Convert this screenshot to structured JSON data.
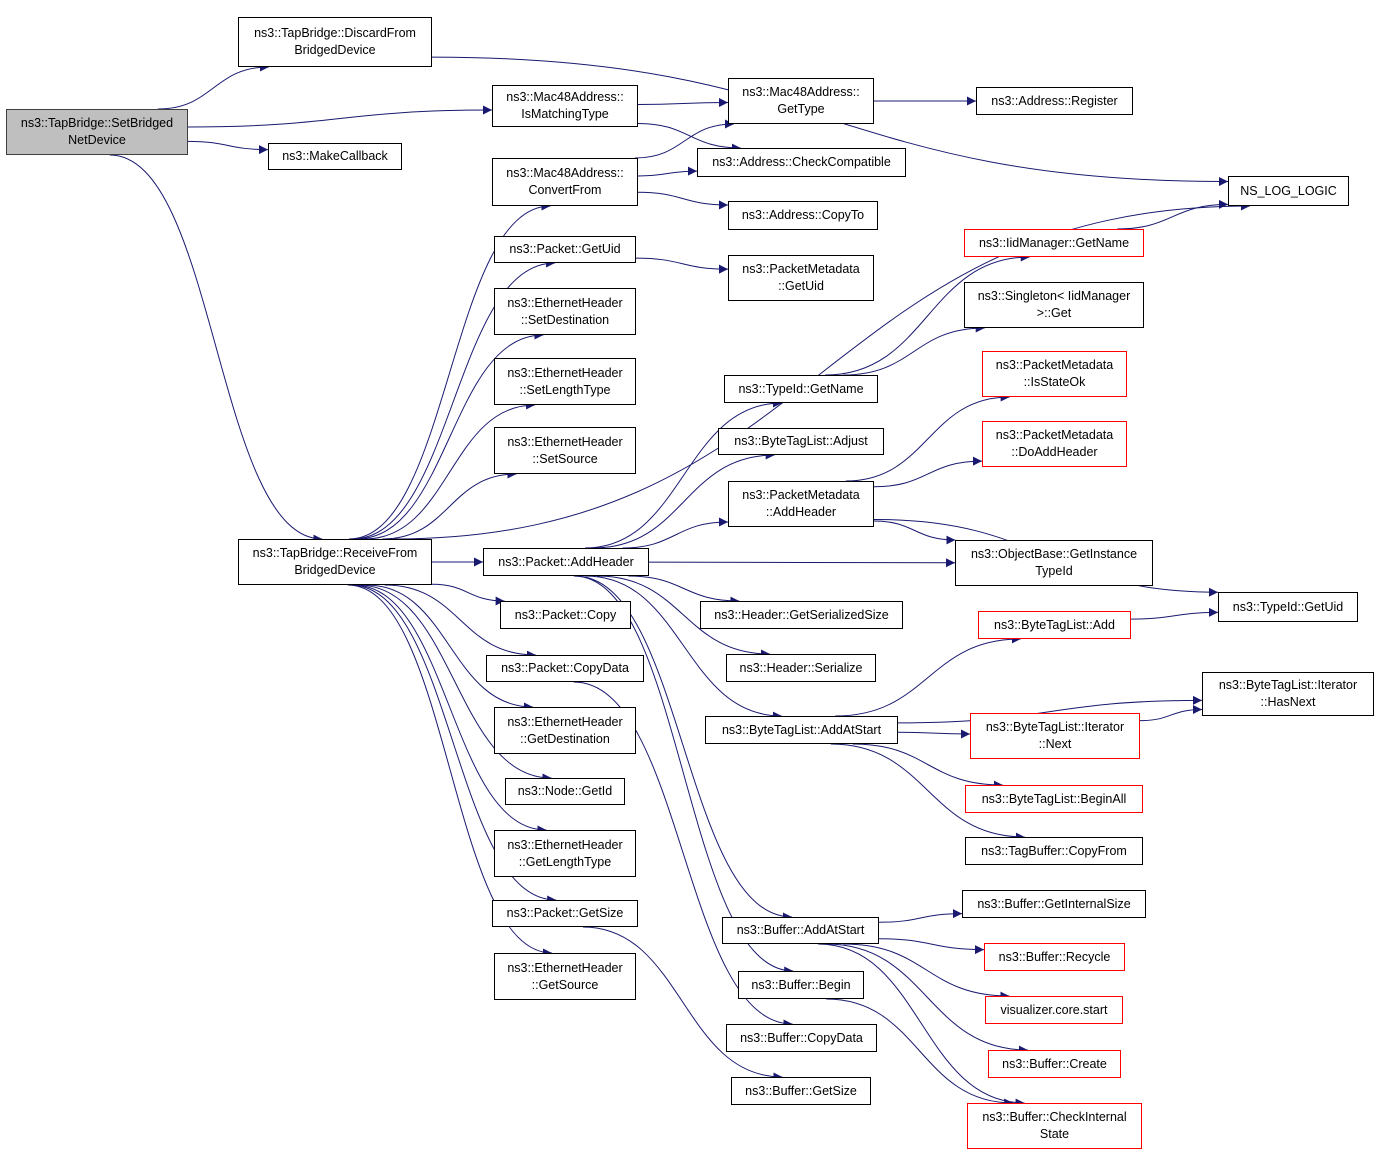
{
  "colors": {
    "edge": "#191970",
    "node_border": "#000000",
    "truncated_border": "#ff0000",
    "root_fill": "#bfbfbf"
  },
  "nodes": [
    {
      "id": "set_bridged",
      "lines": [
        "ns3::TapBridge::SetBridged",
        "NetDevice"
      ],
      "style": "root"
    },
    {
      "id": "discard_from",
      "lines": [
        "ns3::TapBridge::DiscardFrom",
        "BridgedDevice"
      ],
      "style": "normal"
    },
    {
      "id": "make_callback",
      "lines": [
        "ns3::MakeCallback"
      ],
      "style": "normal"
    },
    {
      "id": "receive_from",
      "lines": [
        "ns3::TapBridge::ReceiveFrom",
        "BridgedDevice"
      ],
      "style": "normal"
    },
    {
      "id": "mac_matching",
      "lines": [
        "ns3::Mac48Address::",
        "IsMatchingType"
      ],
      "style": "normal"
    },
    {
      "id": "mac_convert",
      "lines": [
        "ns3::Mac48Address::",
        "ConvertFrom"
      ],
      "style": "normal"
    },
    {
      "id": "packet_getuid",
      "lines": [
        "ns3::Packet::GetUid"
      ],
      "style": "normal"
    },
    {
      "id": "eth_setdest",
      "lines": [
        "ns3::EthernetHeader",
        "::SetDestination"
      ],
      "style": "normal"
    },
    {
      "id": "eth_setlen",
      "lines": [
        "ns3::EthernetHeader",
        "::SetLengthType"
      ],
      "style": "normal"
    },
    {
      "id": "eth_setsrc",
      "lines": [
        "ns3::EthernetHeader",
        "::SetSource"
      ],
      "style": "normal"
    },
    {
      "id": "packet_addheader",
      "lines": [
        "ns3::Packet::AddHeader"
      ],
      "style": "normal"
    },
    {
      "id": "packet_copy",
      "lines": [
        "ns3::Packet::Copy"
      ],
      "style": "normal"
    },
    {
      "id": "packet_copydata",
      "lines": [
        "ns3::Packet::CopyData"
      ],
      "style": "normal"
    },
    {
      "id": "eth_getdest",
      "lines": [
        "ns3::EthernetHeader",
        "::GetDestination"
      ],
      "style": "normal"
    },
    {
      "id": "node_getid",
      "lines": [
        "ns3::Node::GetId"
      ],
      "style": "normal"
    },
    {
      "id": "eth_getlen",
      "lines": [
        "ns3::EthernetHeader",
        "::GetLengthType"
      ],
      "style": "normal"
    },
    {
      "id": "packet_getsize",
      "lines": [
        "ns3::Packet::GetSize"
      ],
      "style": "normal"
    },
    {
      "id": "eth_getsrc",
      "lines": [
        "ns3::EthernetHeader",
        "::GetSource"
      ],
      "style": "normal"
    },
    {
      "id": "mac_gettype",
      "lines": [
        "ns3::Mac48Address::",
        "GetType"
      ],
      "style": "normal"
    },
    {
      "id": "addr_check",
      "lines": [
        "ns3::Address::CheckCompatible"
      ],
      "style": "normal"
    },
    {
      "id": "addr_copyto",
      "lines": [
        "ns3::Address::CopyTo"
      ],
      "style": "normal"
    },
    {
      "id": "pm_getuid",
      "lines": [
        "ns3::PacketMetadata",
        "::GetUid"
      ],
      "style": "normal"
    },
    {
      "id": "typeid_getname",
      "lines": [
        "ns3::TypeId::GetName"
      ],
      "style": "normal"
    },
    {
      "id": "btl_adjust",
      "lines": [
        "ns3::ByteTagList::Adjust"
      ],
      "style": "normal"
    },
    {
      "id": "pm_addheader",
      "lines": [
        "ns3::PacketMetadata",
        "::AddHeader"
      ],
      "style": "normal"
    },
    {
      "id": "hdr_getsersize",
      "lines": [
        "ns3::Header::GetSerializedSize"
      ],
      "style": "normal"
    },
    {
      "id": "hdr_serialize",
      "lines": [
        "ns3::Header::Serialize"
      ],
      "style": "normal"
    },
    {
      "id": "btl_addatstart",
      "lines": [
        "ns3::ByteTagList::AddAtStart"
      ],
      "style": "normal"
    },
    {
      "id": "buf_addatstart",
      "lines": [
        "ns3::Buffer::AddAtStart"
      ],
      "style": "normal"
    },
    {
      "id": "buf_begin",
      "lines": [
        "ns3::Buffer::Begin"
      ],
      "style": "normal"
    },
    {
      "id": "buf_copydata",
      "lines": [
        "ns3::Buffer::CopyData"
      ],
      "style": "normal"
    },
    {
      "id": "buf_getsize",
      "lines": [
        "ns3::Buffer::GetSize"
      ],
      "style": "normal"
    },
    {
      "id": "addr_register",
      "lines": [
        "ns3::Address::Register"
      ],
      "style": "normal"
    },
    {
      "id": "iid_getname",
      "lines": [
        "ns3::IidManager::GetName"
      ],
      "style": "truncated"
    },
    {
      "id": "singleton_get",
      "lines": [
        "ns3::Singleton< IidManager",
        ">::Get"
      ],
      "style": "normal"
    },
    {
      "id": "pm_isstateok",
      "lines": [
        "ns3::PacketMetadata",
        "::IsStateOk"
      ],
      "style": "truncated"
    },
    {
      "id": "pm_doaddheader",
      "lines": [
        "ns3::PacketMetadata",
        "::DoAddHeader"
      ],
      "style": "truncated"
    },
    {
      "id": "ob_getinstance",
      "lines": [
        "ns3::ObjectBase::GetInstance",
        "TypeId"
      ],
      "style": "normal"
    },
    {
      "id": "btl_add",
      "lines": [
        "ns3::ByteTagList::Add"
      ],
      "style": "truncated"
    },
    {
      "id": "btl_iter_next",
      "lines": [
        "ns3::ByteTagList::Iterator",
        "::Next"
      ],
      "style": "truncated"
    },
    {
      "id": "btl_beginall",
      "lines": [
        "ns3::ByteTagList::BeginAll"
      ],
      "style": "truncated"
    },
    {
      "id": "tagbuf_copyfrom",
      "lines": [
        "ns3::TagBuffer::CopyFrom"
      ],
      "style": "normal"
    },
    {
      "id": "buf_getinternalsize",
      "lines": [
        "ns3::Buffer::GetInternalSize"
      ],
      "style": "normal"
    },
    {
      "id": "buf_recycle",
      "lines": [
        "ns3::Buffer::Recycle"
      ],
      "style": "truncated"
    },
    {
      "id": "vis_core_start",
      "lines": [
        "visualizer.core.start"
      ],
      "style": "truncated"
    },
    {
      "id": "buf_create",
      "lines": [
        "ns3::Buffer::Create"
      ],
      "style": "truncated"
    },
    {
      "id": "buf_checkinternal",
      "lines": [
        "ns3::Buffer::CheckInternal",
        "State"
      ],
      "style": "truncated"
    },
    {
      "id": "ns_log_logic",
      "lines": [
        "NS_LOG_LOGIC"
      ],
      "style": "normal"
    },
    {
      "id": "typeid_getuid",
      "lines": [
        "ns3::TypeId::GetUid"
      ],
      "style": "normal"
    },
    {
      "id": "btl_iter_hasnext",
      "lines": [
        "ns3::ByteTagList::Iterator",
        "::HasNext"
      ],
      "style": "normal"
    }
  ],
  "edges": [
    [
      "set_bridged",
      "discard_from"
    ],
    [
      "set_bridged",
      "mac_matching"
    ],
    [
      "set_bridged",
      "make_callback"
    ],
    [
      "set_bridged",
      "receive_from"
    ],
    [
      "discard_from",
      "ns_log_logic"
    ],
    [
      "mac_matching",
      "mac_gettype"
    ],
    [
      "mac_matching",
      "addr_check"
    ],
    [
      "mac_convert",
      "mac_gettype"
    ],
    [
      "mac_convert",
      "addr_check"
    ],
    [
      "mac_convert",
      "addr_copyto"
    ],
    [
      "mac_gettype",
      "addr_register"
    ],
    [
      "packet_getuid",
      "pm_getuid"
    ],
    [
      "receive_from",
      "mac_convert"
    ],
    [
      "receive_from",
      "packet_getuid"
    ],
    [
      "receive_from",
      "eth_setdest"
    ],
    [
      "receive_from",
      "eth_setlen"
    ],
    [
      "receive_from",
      "eth_setsrc"
    ],
    [
      "receive_from",
      "ns_log_logic"
    ],
    [
      "receive_from",
      "packet_addheader"
    ],
    [
      "receive_from",
      "packet_copy"
    ],
    [
      "receive_from",
      "packet_copydata"
    ],
    [
      "receive_from",
      "eth_getdest"
    ],
    [
      "receive_from",
      "node_getid"
    ],
    [
      "receive_from",
      "eth_getlen"
    ],
    [
      "receive_from",
      "packet_getsize"
    ],
    [
      "receive_from",
      "eth_getsrc"
    ],
    [
      "packet_addheader",
      "typeid_getname"
    ],
    [
      "packet_addheader",
      "btl_adjust"
    ],
    [
      "packet_addheader",
      "pm_addheader"
    ],
    [
      "packet_addheader",
      "ob_getinstance"
    ],
    [
      "packet_addheader",
      "hdr_getsersize"
    ],
    [
      "packet_addheader",
      "hdr_serialize"
    ],
    [
      "packet_addheader",
      "btl_addatstart"
    ],
    [
      "packet_addheader",
      "buf_addatstart"
    ],
    [
      "packet_addheader",
      "buf_begin"
    ],
    [
      "packet_copydata",
      "buf_copydata"
    ],
    [
      "packet_getsize",
      "buf_getsize"
    ],
    [
      "typeid_getname",
      "iid_getname"
    ],
    [
      "typeid_getname",
      "singleton_get"
    ],
    [
      "iid_getname",
      "ns_log_logic"
    ],
    [
      "pm_addheader",
      "pm_isstateok"
    ],
    [
      "pm_addheader",
      "pm_doaddheader"
    ],
    [
      "pm_addheader",
      "ob_getinstance"
    ],
    [
      "pm_addheader",
      "typeid_getuid"
    ],
    [
      "btl_addatstart",
      "btl_add"
    ],
    [
      "btl_addatstart",
      "btl_iter_hasnext"
    ],
    [
      "btl_addatstart",
      "btl_iter_next"
    ],
    [
      "btl_addatstart",
      "btl_beginall"
    ],
    [
      "btl_addatstart",
      "tagbuf_copyfrom"
    ],
    [
      "btl_add",
      "typeid_getuid"
    ],
    [
      "btl_iter_next",
      "btl_iter_hasnext"
    ],
    [
      "buf_addatstart",
      "buf_getinternalsize"
    ],
    [
      "buf_addatstart",
      "buf_recycle"
    ],
    [
      "buf_addatstart",
      "vis_core_start"
    ],
    [
      "buf_addatstart",
      "buf_create"
    ],
    [
      "buf_addatstart",
      "buf_checkinternal"
    ],
    [
      "buf_begin",
      "buf_checkinternal"
    ]
  ]
}
